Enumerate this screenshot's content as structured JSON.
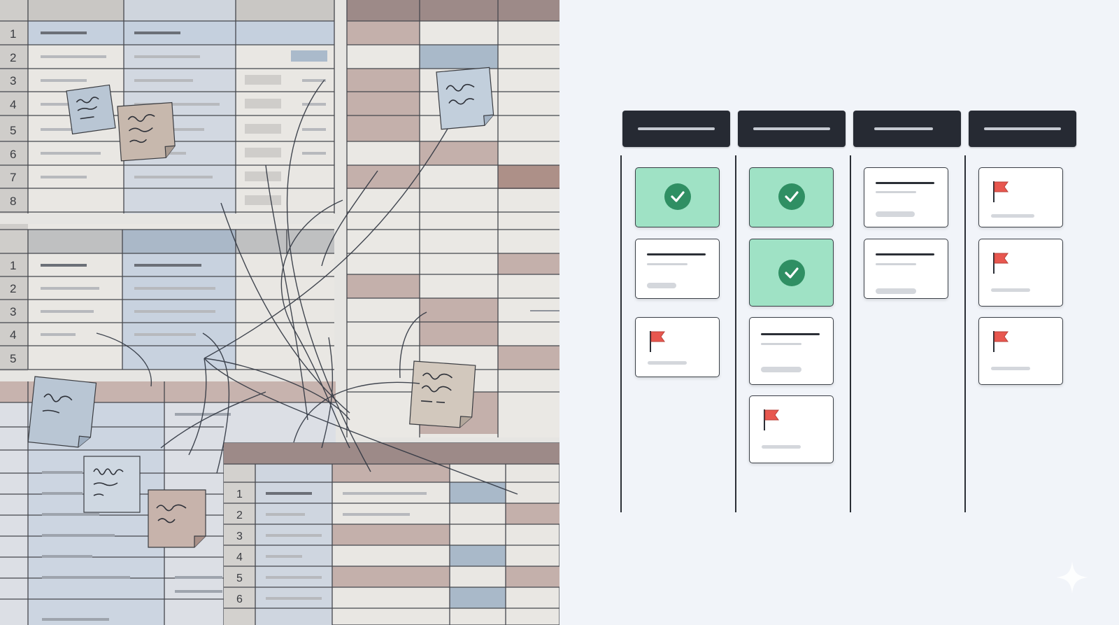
{
  "spreadsheet_panels": [
    {
      "rows": [
        "1",
        "2",
        "3",
        "4",
        "5",
        "6",
        "7",
        "8"
      ]
    },
    {
      "rows": [
        "1",
        "2",
        "3",
        "4",
        "5"
      ]
    },
    {
      "rows": [
        "1",
        "2",
        "3",
        "4",
        "5",
        "6"
      ]
    }
  ],
  "board": {
    "columns": [
      {
        "cards": [
          {
            "type": "done"
          },
          {
            "type": "task"
          },
          {
            "type": "flagged"
          }
        ]
      },
      {
        "cards": [
          {
            "type": "done"
          },
          {
            "type": "done"
          },
          {
            "type": "task"
          },
          {
            "type": "flagged"
          }
        ]
      },
      {
        "cards": [
          {
            "type": "task"
          },
          {
            "type": "task"
          }
        ]
      },
      {
        "cards": [
          {
            "type": "flagged"
          },
          {
            "type": "flagged"
          },
          {
            "type": "flagged"
          }
        ]
      }
    ]
  },
  "icons": {
    "done": "check-circle-icon",
    "flagged": "red-flag-icon",
    "transition": "arrow-right-icon",
    "corner": "sparkle-icon"
  },
  "colors": {
    "header": "#262a33",
    "done_card": "#9fe2c5",
    "check": "#2f8f63",
    "flag": "#e8574f",
    "background": "#f1f4f9"
  }
}
